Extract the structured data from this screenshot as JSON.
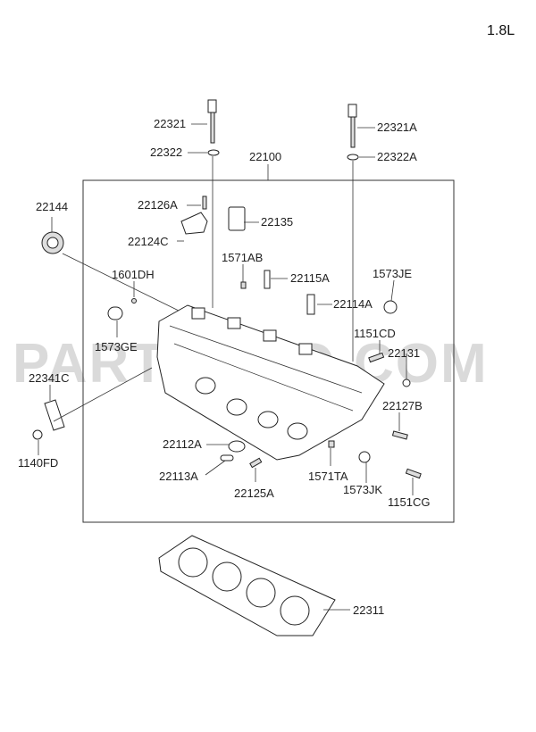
{
  "variant_label": "1.8L",
  "watermark": "PARTSOUQ.COM",
  "parts": {
    "p22321": "22321",
    "p22321A": "22321A",
    "p22322": "22322",
    "p22322A": "22322A",
    "p22100": "22100",
    "p22126A": "22126A",
    "p22144": "22144",
    "p22135": "22135",
    "p22124C": "22124C",
    "p1571AB": "1571AB",
    "p1601DH": "1601DH",
    "p22115A": "22115A",
    "p1573JE": "1573JE",
    "p22114A": "22114A",
    "p1151CD": "1151CD",
    "p1573GE": "1573GE",
    "p22131": "22131",
    "p22341C": "22341C",
    "p22127B": "22127B",
    "p22112A": "22112A",
    "p1140FD": "1140FD",
    "p22113A": "22113A",
    "p1571TA": "1571TA",
    "p22125A": "22125A",
    "p1573JK": "1573JK",
    "p1151CG": "1151CG",
    "p22311": "22311"
  }
}
